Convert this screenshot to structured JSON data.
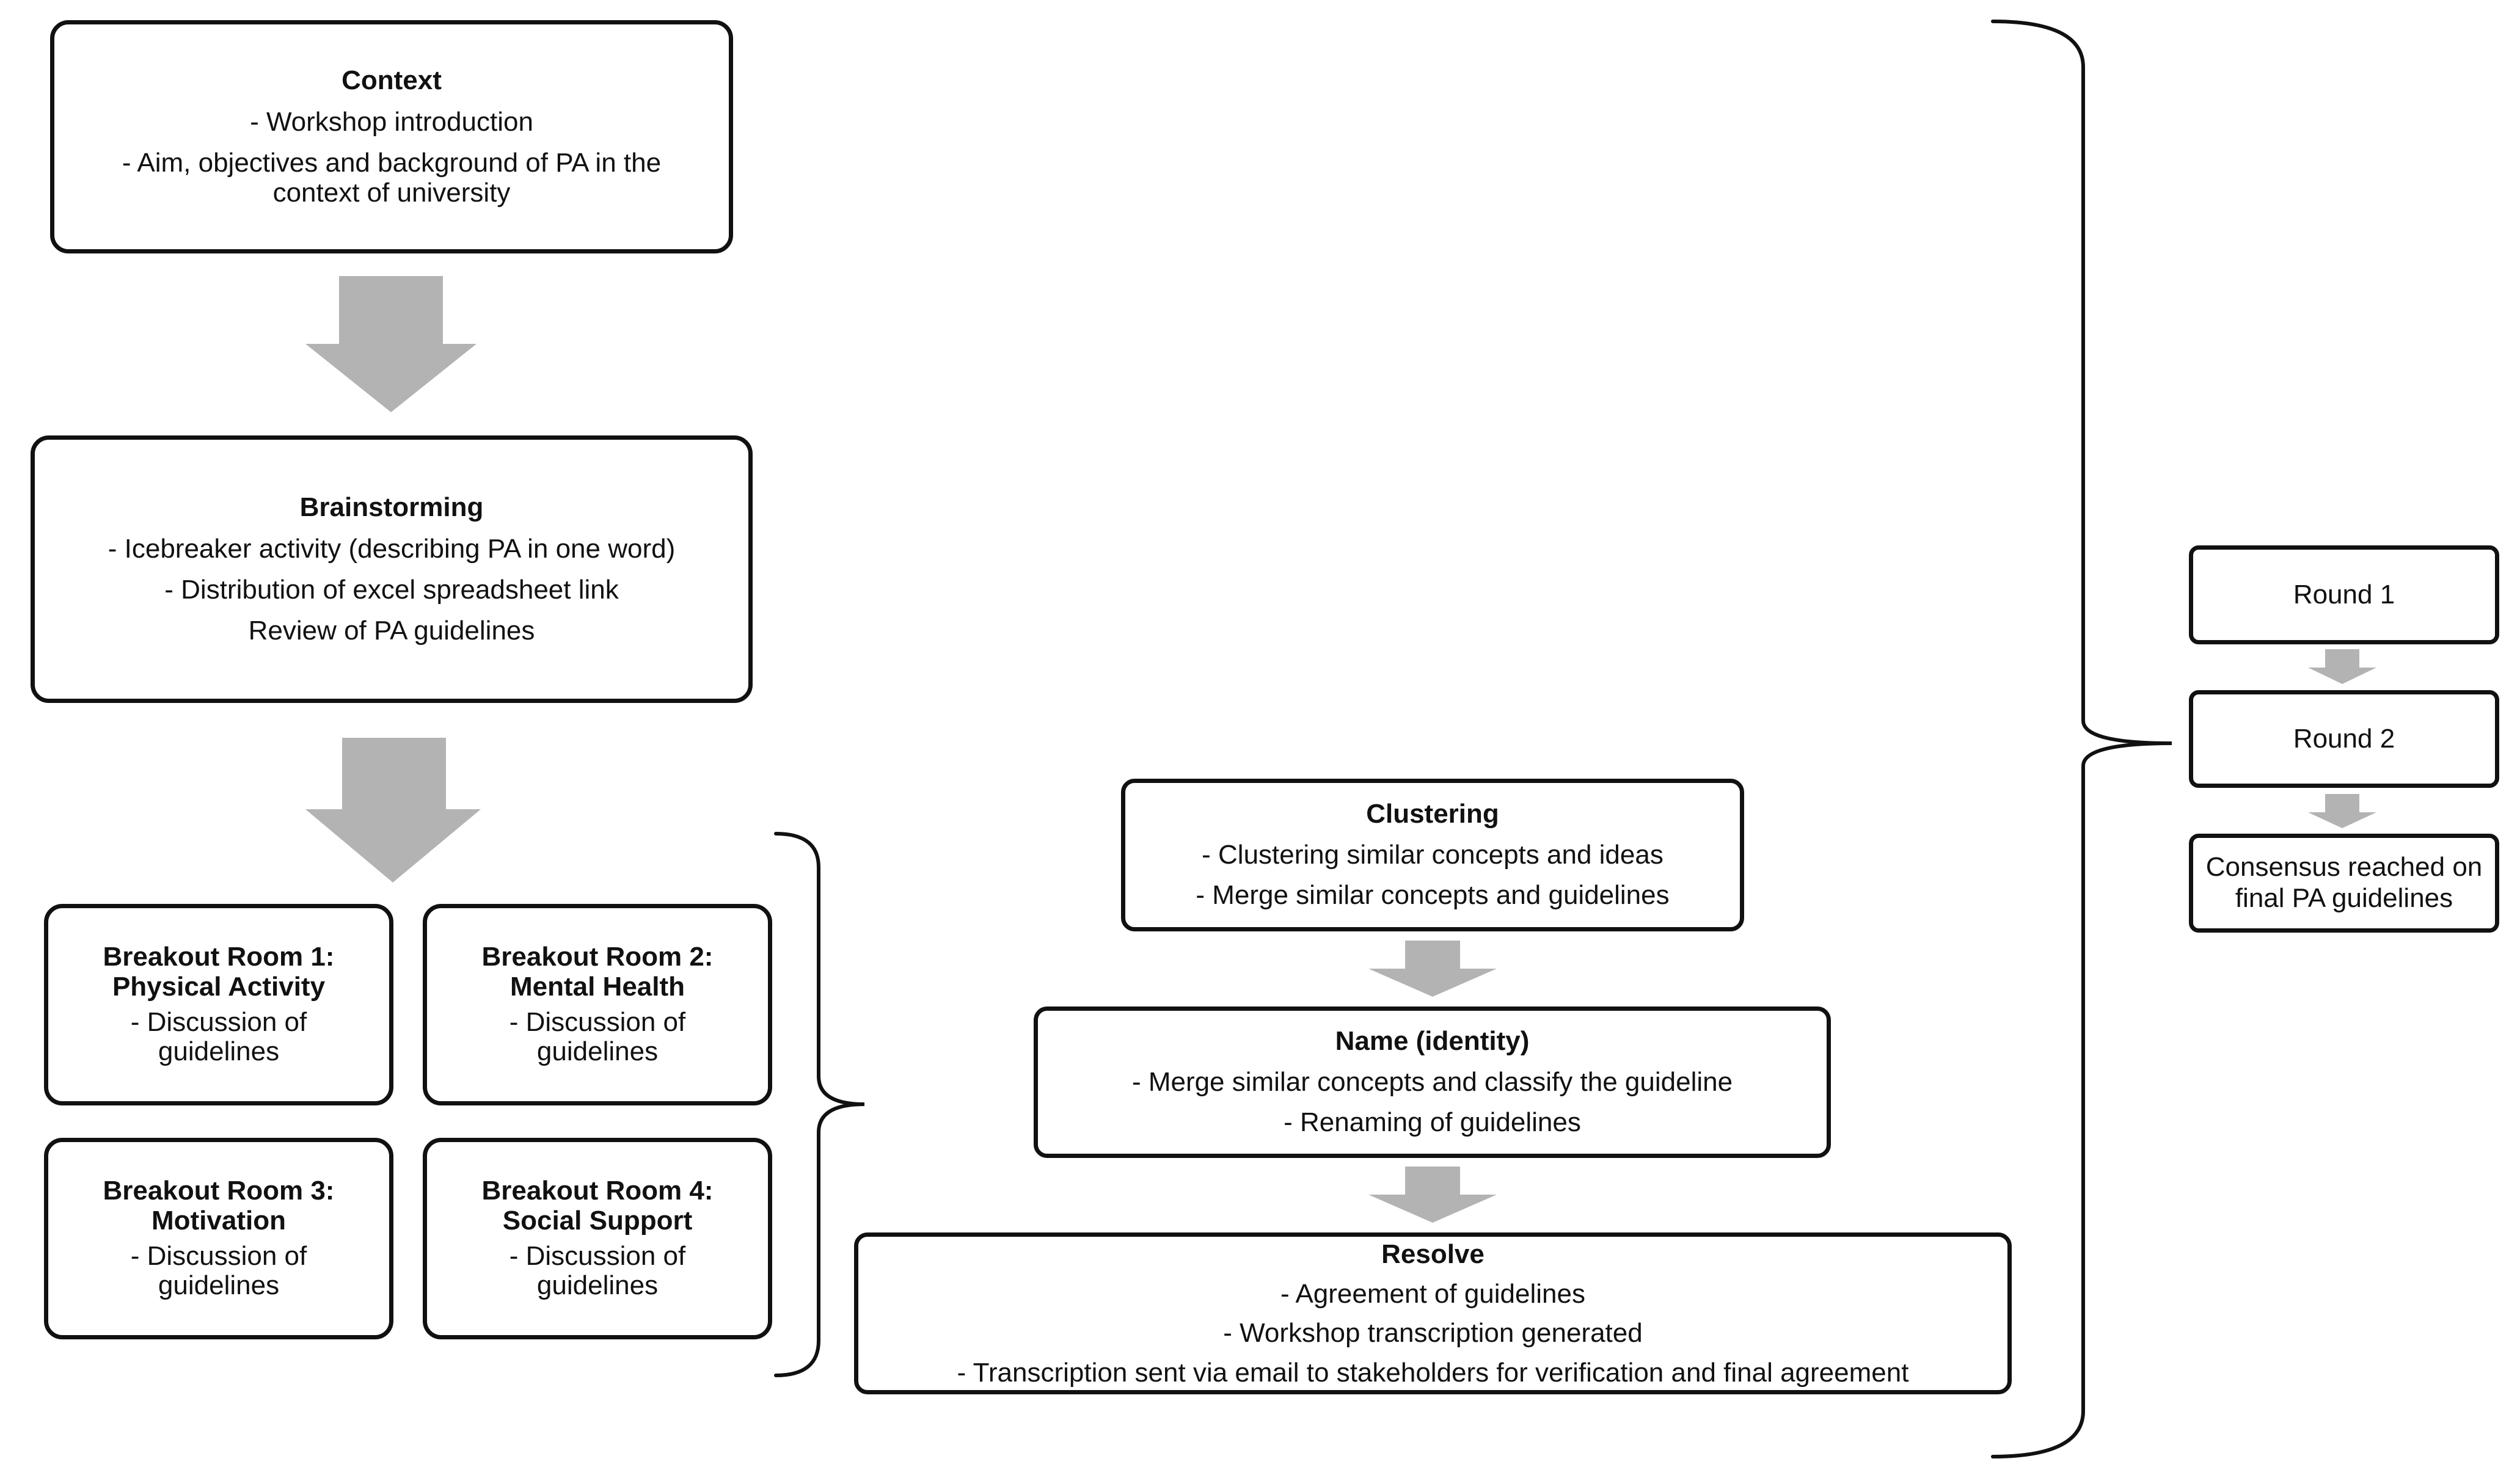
{
  "context": {
    "title": "Context",
    "lines": [
      "- Workshop introduction",
      "- Aim, objectives and background  of PA  in the context of university"
    ]
  },
  "brainstorming": {
    "title": "Brainstorming",
    "lines": [
      "- Icebreaker activity (describing PA  in one word)",
      "- Distribution of excel spreadsheet link",
      "Review of PA guidelines"
    ]
  },
  "rooms": [
    {
      "title": "Breakout Room 1: Physical Activity",
      "text": "- Discussion of guidelines"
    },
    {
      "title": "Breakout Room 2: Mental Health",
      "text": "- Discussion of guidelines"
    },
    {
      "title": "Breakout Room 3: Motivation",
      "text": "- Discussion of guidelines"
    },
    {
      "title": "Breakout Room 4: Social Support",
      "text": "- Discussion of guidelines"
    }
  ],
  "clustering": {
    "title": "Clustering",
    "lines": [
      "- Clustering similar concepts and ideas",
      "- Merge similar concepts and guidelines"
    ]
  },
  "name_identity": {
    "title": "Name (identity)",
    "lines": [
      "- Merge similar concepts and classify the guideline",
      "- Renaming of guidelines"
    ]
  },
  "resolve": {
    "title": "Resolve",
    "lines": [
      "- Agreement of guidelines",
      "- Workshop transcription generated",
      "- Transcription sent via email to stakeholders for verification and final agreement"
    ]
  },
  "rounds": {
    "round1": "Round 1",
    "round2": "Round 2",
    "consensus": "Consensus reached on final PA guidelines"
  },
  "colors": {
    "border": "#111111",
    "arrow": "#b3b3b3"
  }
}
